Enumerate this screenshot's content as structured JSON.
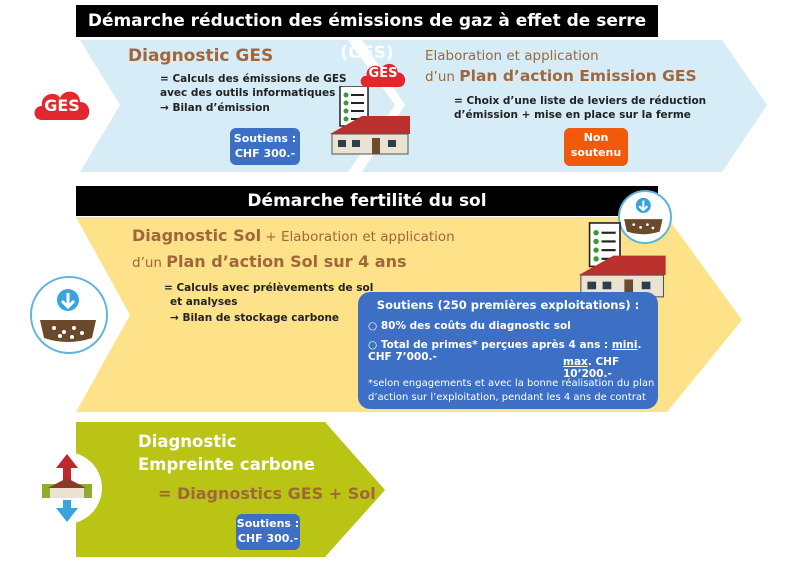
{
  "ges_section": {
    "title": "Démarche réduction des émissions de gaz à effet de serre (GES)",
    "diag_title": "Diagnostic GES",
    "diag_line1": "= Calculs des émissions de GES",
    "diag_line2": "avec des outils informatiques",
    "diag_line3": "→ Bilan d’émission",
    "diag_support_line1": "Soutiens :",
    "diag_support_line2": "CHF 300.-",
    "plan_title_line1": "Elaboration et application",
    "plan_title_prefix": "d’un ",
    "plan_title_strong": "Plan d’action Emission GES",
    "plan_line1": "= Choix d’une liste de leviers de réduction",
    "plan_line2": "d’émission + mise en place sur la ferme",
    "plan_support_line1": "Non",
    "plan_support_line2": "soutenu",
    "ges_logo": "GES"
  },
  "sol_section": {
    "title": "Démarche fertilité du sol",
    "diag_strong": "Diagnostic Sol",
    "diag_rest": " + Elaboration et application",
    "plan_prefix": "d’un ",
    "plan_strong": "Plan d’action Sol sur 4 ans",
    "line1": "= Calculs avec prélèvements de sol",
    "line2": "et analyses",
    "line3": "→ Bilan de stockage carbone",
    "support_title": "Soutiens (250 premières exploitations) :",
    "support_item1": "80% des coûts du diagnostic sol",
    "support_item2_prefix": "Total de primes* perçues après 4 ans : ",
    "support_item2_min": "mini",
    "support_item2_min_value": ". CHF 7’000.-",
    "support_item2_max": "max",
    "support_item2_max_value": ". CHF 10’200.-",
    "support_note_line1": "*selon engagements et avec la bonne réalisation du plan",
    "support_note_line2": "d’action sur l’exploitation, pendant les 4 ans de contrat"
  },
  "carbon_section": {
    "title_line1": "Diagnostic",
    "title_line2": "Empreinte carbone",
    "equation": "= Diagnostics GES + Sol",
    "support_line1": "Soutiens :",
    "support_line2": "CHF 300.-"
  },
  "colors": {
    "light_blue": "#d6ecf7",
    "yellow": "#fde289",
    "green": "#b9c415",
    "brown": "#a0673a",
    "blue_box": "#3d6fc4",
    "orange_box": "#f05a0a",
    "ges_red": "#e3272e"
  }
}
